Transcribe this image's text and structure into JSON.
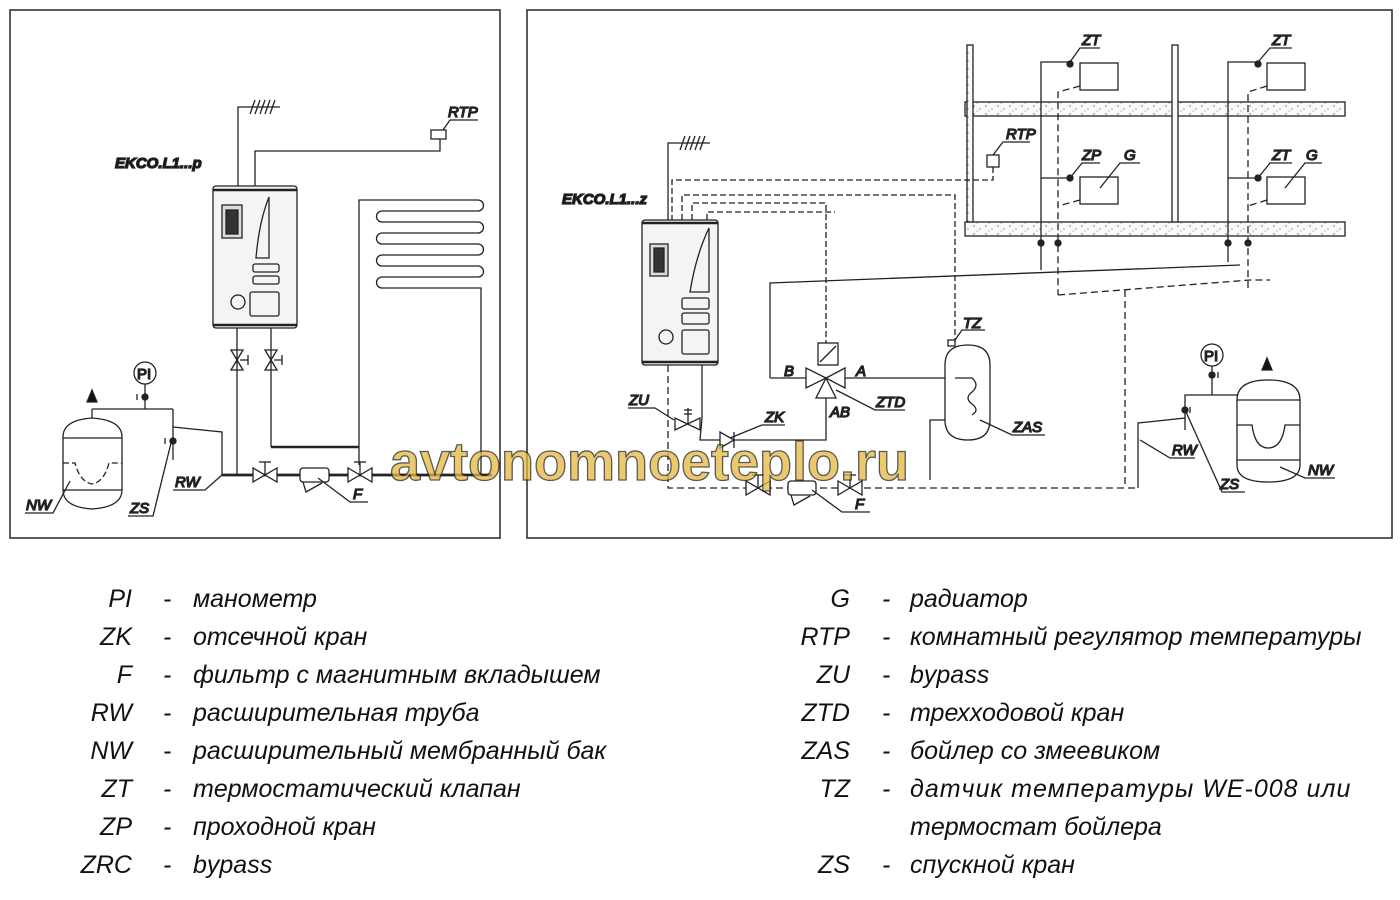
{
  "left_scheme": {
    "model": "EKCO.L1...p",
    "labels": {
      "rtp": "RTP",
      "pi": "PI",
      "nw": "NW",
      "zs": "ZS",
      "rw": "RW",
      "f": "F"
    }
  },
  "right_scheme": {
    "model": "EKCO.L1...z",
    "labels": {
      "rtp": "RTP",
      "zt1": "ZT",
      "zt2": "ZT",
      "zt3": "ZT",
      "zp": "ZP",
      "g1": "G",
      "g2": "G",
      "tz": "TZ",
      "zas": "ZAS",
      "ztd": "ZTD",
      "a": "A",
      "b": "B",
      "ab": "AB",
      "zu": "ZU",
      "zk": "ZK",
      "f": "F",
      "rw": "RW",
      "zs": "ZS",
      "nw": "NW",
      "pi": "PI"
    }
  },
  "watermark": "avtonomnoeteplo.ru",
  "legend": {
    "left": [
      {
        "code": "PI",
        "desc": "манометр"
      },
      {
        "code": "ZK",
        "desc": "отсечной кран"
      },
      {
        "code": "F",
        "desc": "фильтр с магнитным вкладышем"
      },
      {
        "code": "RW",
        "desc": "расширительная труба"
      },
      {
        "code": "NW",
        "desc": "расширительный мембранный бак"
      },
      {
        "code": "ZT",
        "desc": "термостатический клапан"
      },
      {
        "code": "ZP",
        "desc": "проходной кран"
      },
      {
        "code": "ZRC",
        "desc": "bypass"
      }
    ],
    "right": [
      {
        "code": "G",
        "desc": "радиатор"
      },
      {
        "code": "RTP",
        "desc": "комнатный регулятор температуры"
      },
      {
        "code": "ZU",
        "desc": "bypass"
      },
      {
        "code": "ZTD",
        "desc": "трехходовой кран"
      },
      {
        "code": "ZAS",
        "desc": "бойлер со змеевиком"
      },
      {
        "code": "TZ",
        "desc": "датчик температуры WE-008 или"
      },
      {
        "code": "",
        "desc": "термостат бойлера"
      },
      {
        "code": "ZS",
        "desc": "спускной кран"
      }
    ],
    "separator": "-"
  }
}
